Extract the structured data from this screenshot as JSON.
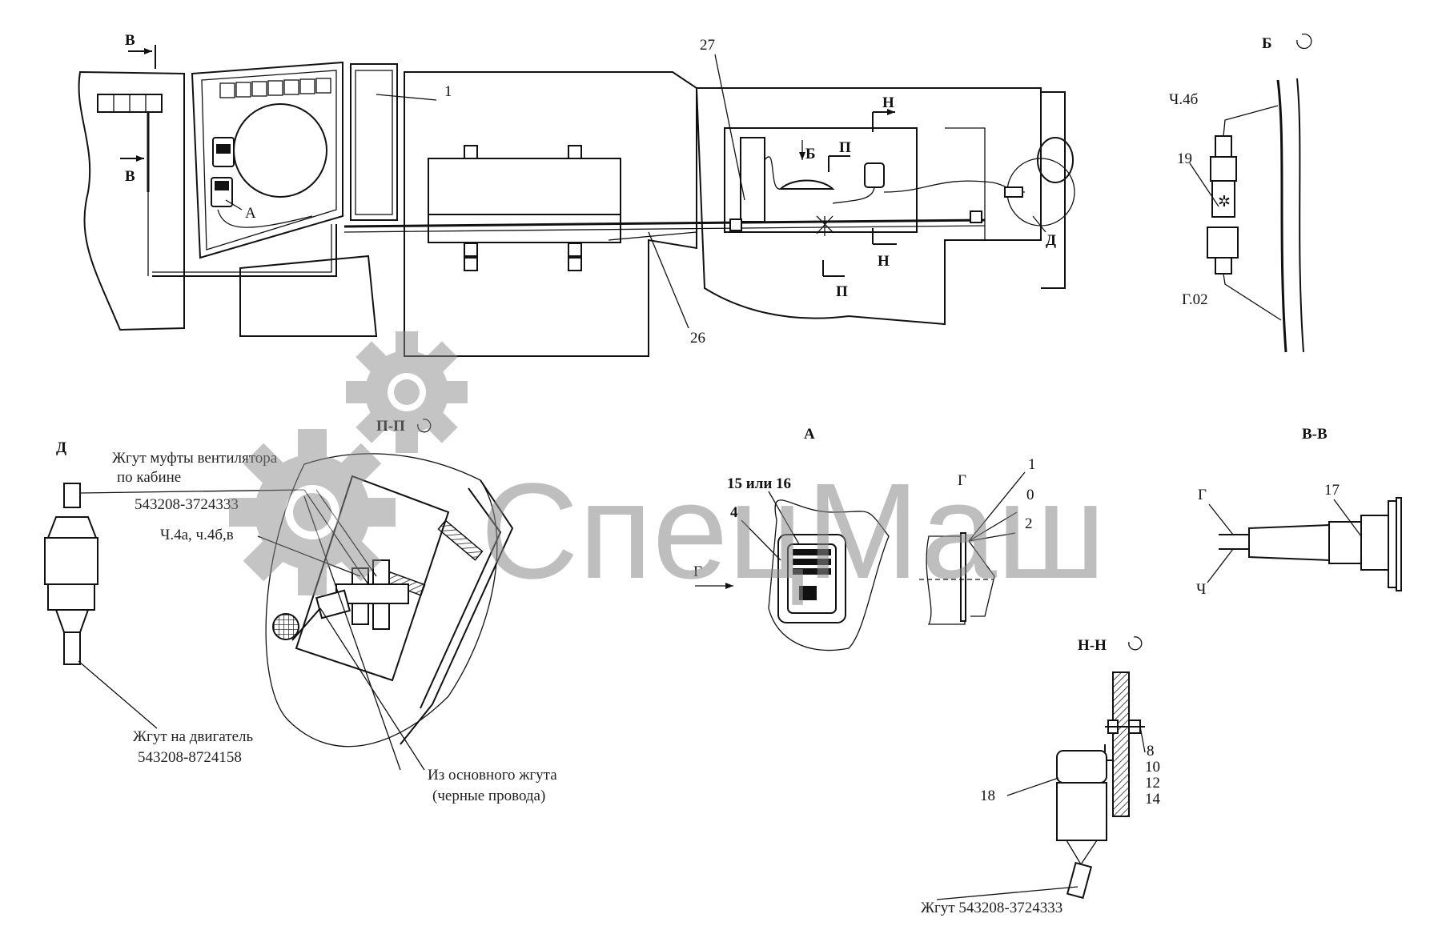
{
  "watermark": {
    "text": "СпецМаш",
    "color": "#8a8a8a"
  },
  "views": {
    "main": {
      "labels": {
        "pos1": "1",
        "pos26": "26",
        "pos27": "27",
        "view_a": "А",
        "view_b": "Б",
        "section_v_top": "В",
        "section_v_bottom": "В",
        "section_n_top": "Н",
        "section_n_bottom": "Н",
        "section_p_top": "П",
        "section_p_bottom": "П",
        "view_d": "Д"
      }
    },
    "view_b": {
      "title": "Б",
      "labels": {
        "wire_top": "Ч.4б",
        "pos19": "19",
        "wire_bottom": "Г.02"
      }
    },
    "view_d": {
      "title": "Д",
      "harness_fan": [
        "Жгут муфты вентилятора",
        "по кабине",
        "543208-3724333"
      ],
      "harness_engine": [
        "Жгут на двигатель",
        "543208-8724158"
      ]
    },
    "section_p": {
      "title": "П-П",
      "wire_label": "Ч.4а, ч.4б,в",
      "main_harness": [
        "Из основного жгута",
        "(черные провода)"
      ]
    },
    "view_a": {
      "title": "А",
      "labels": {
        "pos15_16": "15 или 16",
        "pos4": "4",
        "wire_g": "Г",
        "wire_g2": "Г",
        "p1": "1",
        "p0": "0",
        "p2": "2"
      }
    },
    "section_v": {
      "title": "В-В",
      "labels": {
        "pos17": "17",
        "wire_g": "Г",
        "wire_ch": "Ч"
      }
    },
    "section_n": {
      "title": "Н-Н",
      "labels": {
        "pos8": "8",
        "pos10": "10",
        "pos12": "12",
        "pos14": "14",
        "pos18": "18"
      },
      "harness": "Жгут 543208-3724333"
    }
  }
}
